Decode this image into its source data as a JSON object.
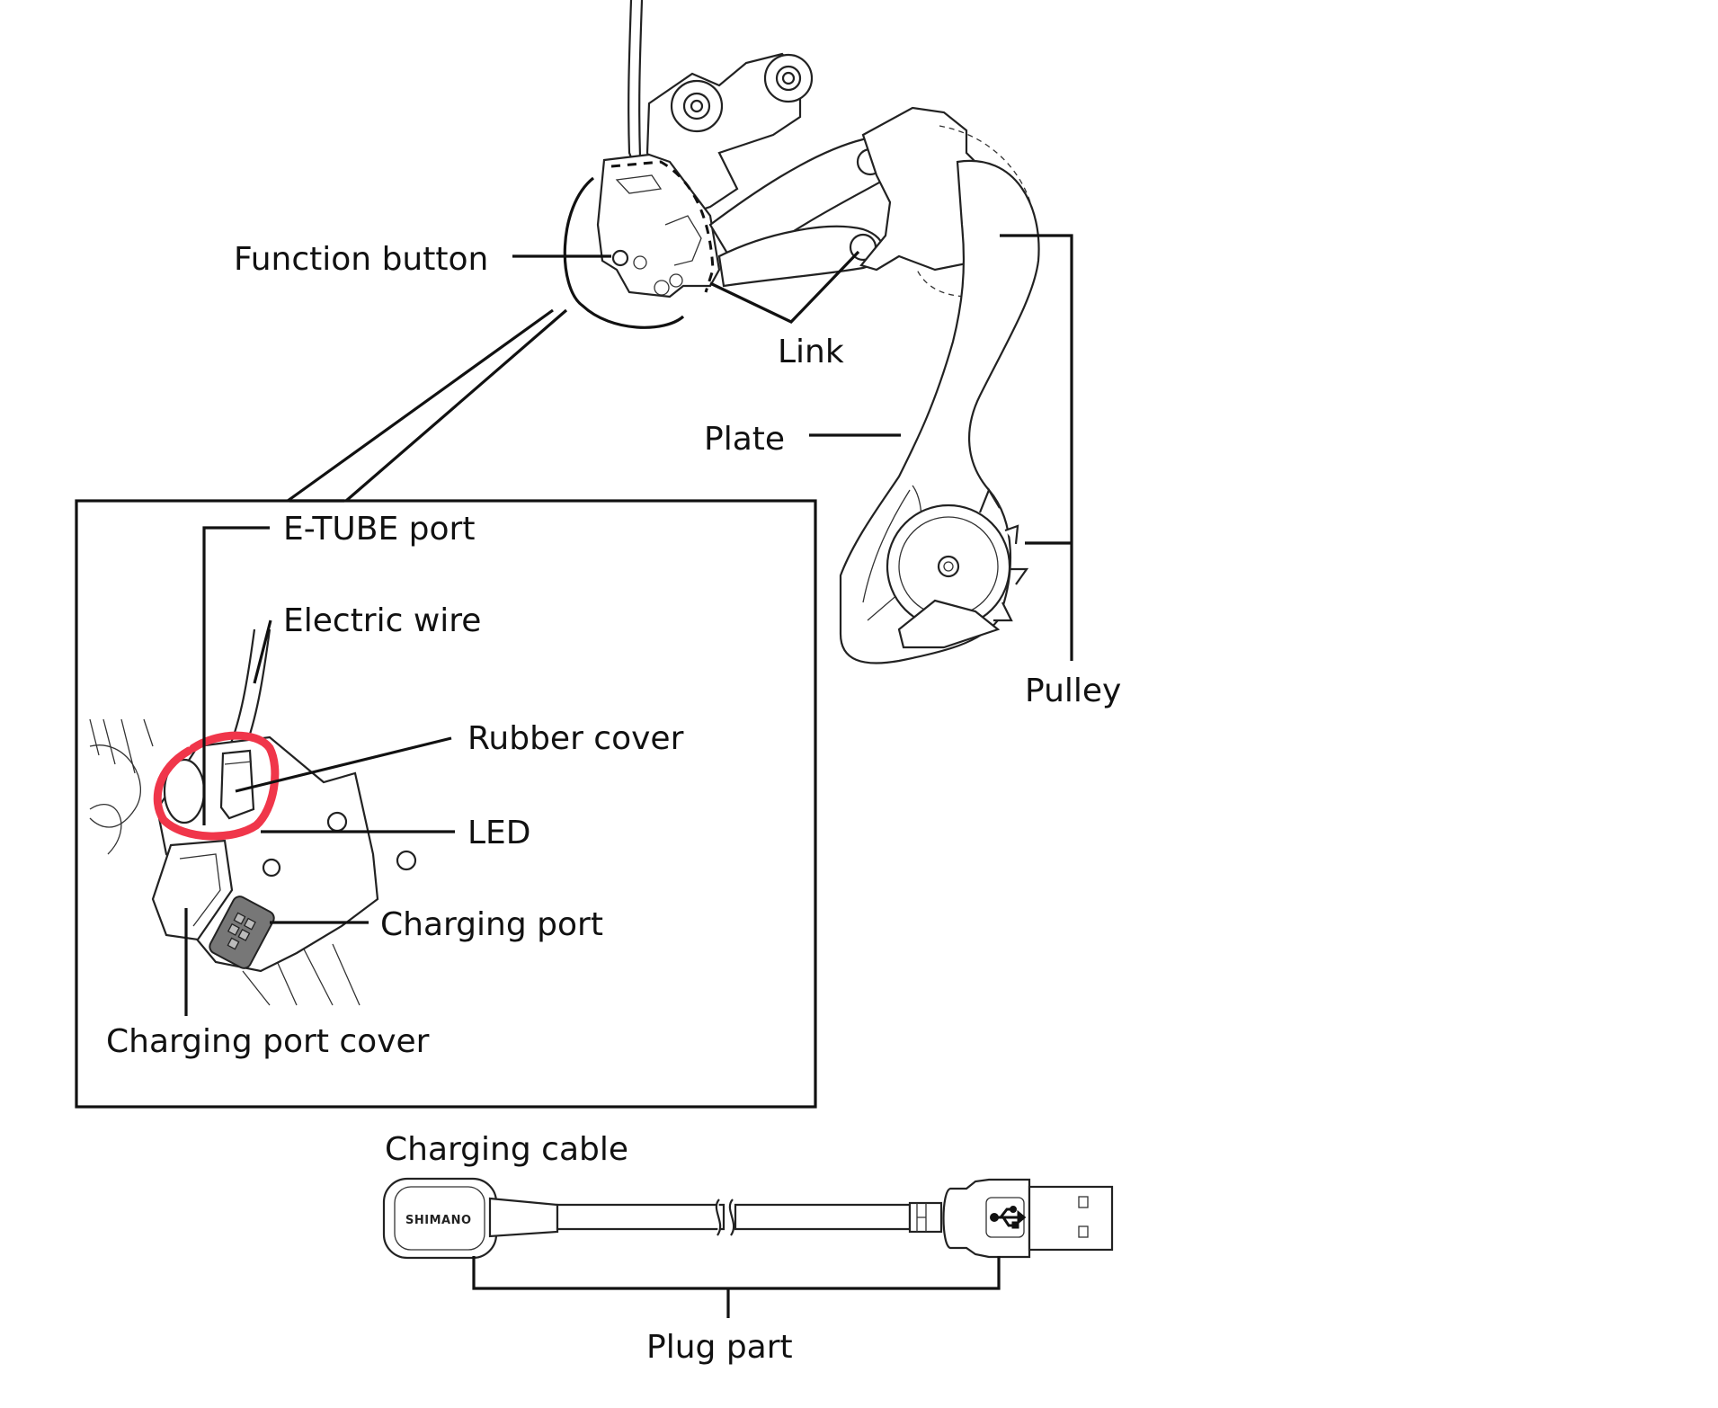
{
  "figure": {
    "subject": "Electronic rear derailleur",
    "annotation_color": "#f0364a"
  },
  "labels": {
    "function_button": "Function button",
    "link": "Link",
    "plate": "Plate",
    "pulley": "Pulley",
    "etube_port": "E-TUBE port",
    "electric_wire": "Electric wire",
    "rubber_cover": "Rubber cover",
    "led": "LED",
    "charging_port": "Charging port",
    "charging_port_cover": "Charging port cover",
    "charging_cable": "Charging cable",
    "plug_part": "Plug part"
  },
  "cable": {
    "brand": "SHIMANO",
    "usb_icon": "usb-icon"
  }
}
